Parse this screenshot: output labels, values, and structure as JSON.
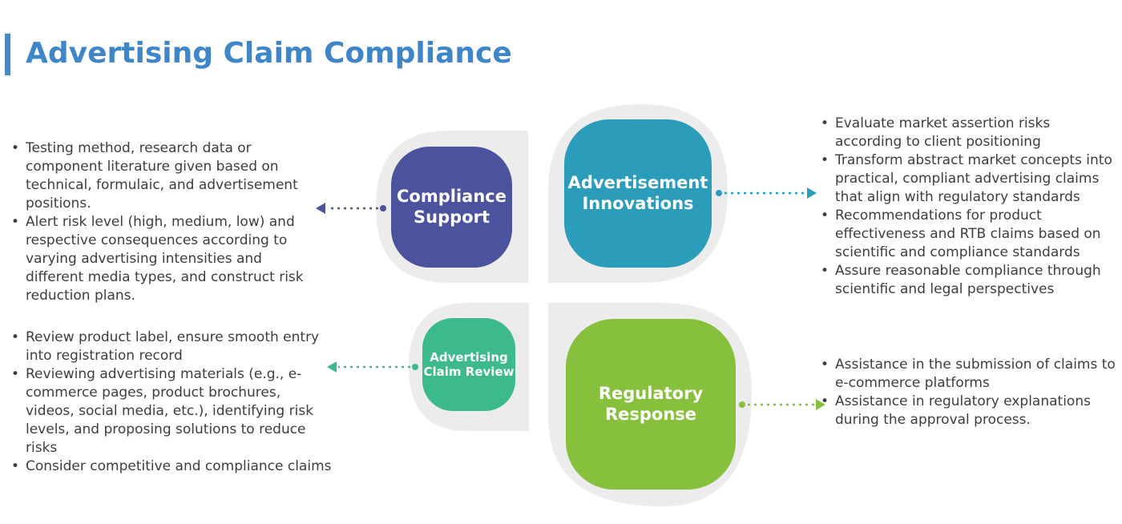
{
  "title": "Advertising Claim Compliance",
  "colors": {
    "title": "#3f86c9",
    "compliance_support": "#4b539e",
    "advertisement_innovations": "#2b9dba",
    "advertising_claim_review": "#3dba8c",
    "regulatory_response": "#86c03c",
    "outline": "#ececec"
  },
  "tiles": {
    "compliance_support": "Compliance Support",
    "advertisement_innovations": "Advertisement Innovations",
    "advertising_claim_review": "Advertising Claim Review",
    "regulatory_response": "Regulatory Response"
  },
  "lists": {
    "compliance_support": [
      "Testing method, research data or component literature given based on technical, formulaic, and advertisement positions.",
      "Alert risk level (high, medium, low) and respective consequences according to varying advertising intensities and different media types, and construct risk reduction plans."
    ],
    "advertisement_innovations": [
      "Evaluate market assertion risks according to client positioning",
      "Transform abstract market concepts into practical, compliant advertising claims that align with regulatory standards",
      "Recommendations for product effectiveness and RTB claims based on scientific and compliance standards",
      "Assure reasonable compliance through scientific and legal perspectives"
    ],
    "advertising_claim_review": [
      "Review product label, ensure smooth entry into registration record",
      "Reviewing advertising materials (e.g., e-commerce pages, product brochures, videos, social media, etc.), identifying risk levels, and proposing solutions to reduce risks",
      "Consider competitive and compliance claims"
    ],
    "regulatory_response": [
      "Assistance in the submission of claims to e-commerce platforms",
      "Assistance in regulatory explanations during the approval process."
    ]
  }
}
